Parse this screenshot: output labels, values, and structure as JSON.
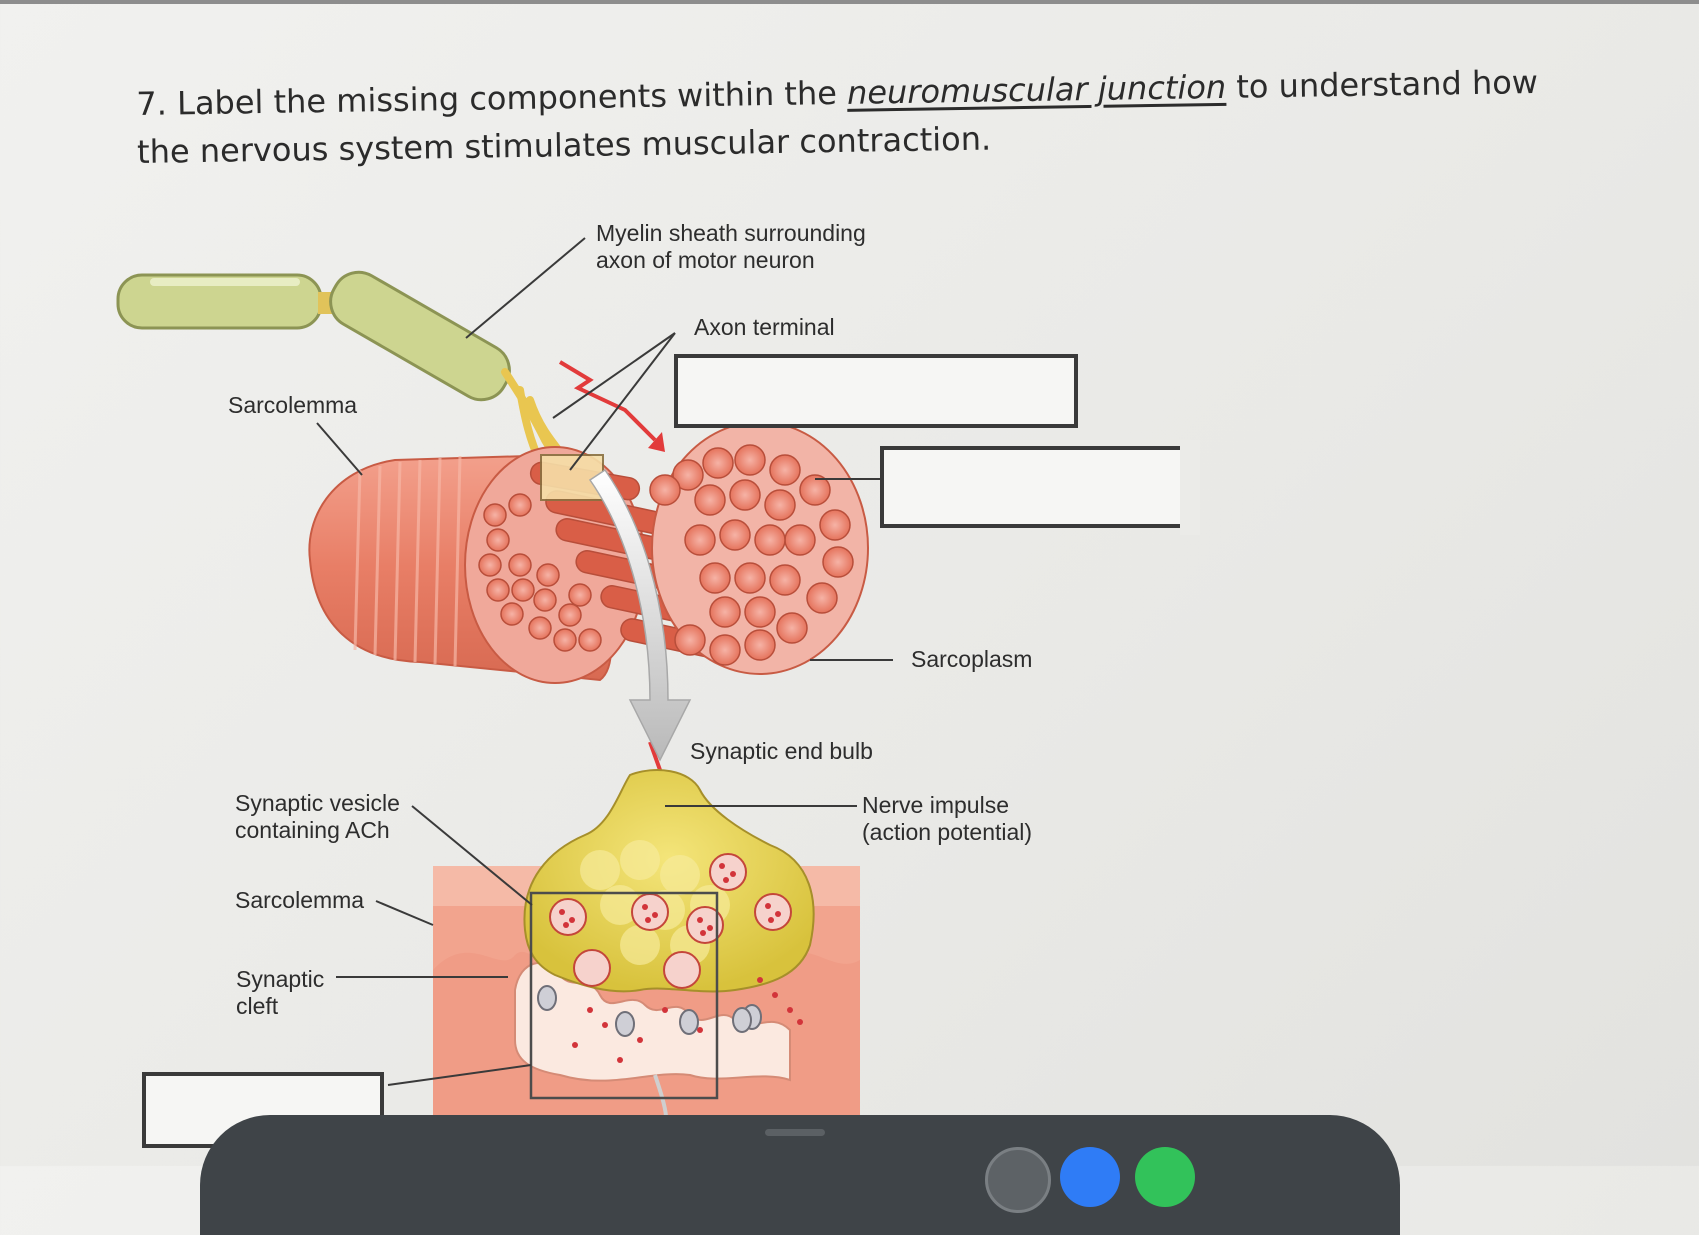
{
  "question": {
    "number": "7.",
    "before": "Label the missing components within the",
    "emphasis": "neuromuscular junction",
    "after": "to understand how the nervous system stimulates muscular contraction."
  },
  "labels": {
    "myelin": "Myelin sheath surrounding\naxon of motor neuron",
    "axon_terminal": "Axon terminal",
    "sarcolemma_top": "Sarcolemma",
    "sarcoplasm": "Sarcoplasm",
    "synaptic_end_bulb": "Synaptic end bulb",
    "nerve_impulse": "Nerve impulse\n(action potential)",
    "synaptic_vesicle": "Synaptic vesicle\ncontaining ACh",
    "sarcolemma_bottom": "Sarcolemma",
    "synaptic_cleft": "Synaptic\ncleft"
  },
  "colors": {
    "text": "#2d2d2d",
    "muscle": "#e8826b",
    "myelin": "#ccd58f",
    "nerve": "#f0d772",
    "impulse": "#e23b3b",
    "dock": "#3f4448"
  }
}
